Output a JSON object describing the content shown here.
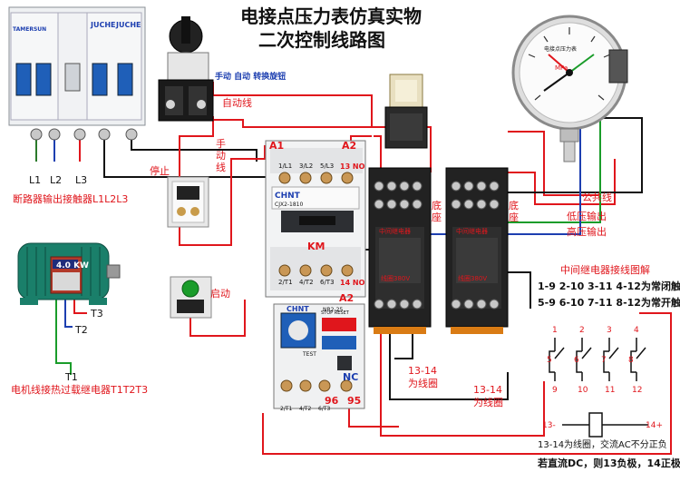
{
  "title_line1": "电接点压力表仿真实物",
  "title_line2": "二次控制线路图",
  "breaker": {
    "brand_left": "TAMERSUN",
    "brand_right1": "JUCHE",
    "brand_right2": "JUCHE",
    "terminals": [
      "L1",
      "L2",
      "L3"
    ],
    "caption": "断路器输出接触器L1L2L3"
  },
  "selector_switch": {
    "caption": "手动 自动 转换旋钮"
  },
  "wire_labels": {
    "auto": "自动线",
    "manual": "手动线",
    "common": "公共线",
    "low_output": "低压输出",
    "high_output": "高压输出",
    "coil_left": "13-14\n为线圈",
    "coil_right": "13-14\n为线圈"
  },
  "stop_button": {
    "label": "停止"
  },
  "start_button": {
    "label": "启动"
  },
  "motor": {
    "power": "4.0 KW",
    "terminals": [
      "T1",
      "T2",
      "T3"
    ],
    "caption": "电机线接热过载继电器T1T2T3"
  },
  "contactor": {
    "brand": "CHNT",
    "model": "CJX2-1810",
    "a1": "A1",
    "a2": "A2",
    "a2_bottom": "A2",
    "top_terms": [
      "1/L1",
      "3/L2",
      "5/L3",
      "13 NO"
    ],
    "bottom_terms": [
      "2/T1",
      "4/T2",
      "6/T3",
      "14 NO"
    ],
    "km": "KM"
  },
  "overload_relay": {
    "brand": "CHNT",
    "model": "NR2-25",
    "stop_reset": "STOP RESET",
    "test": "TEST",
    "nc": "NC",
    "nc_left": "96",
    "nc_right": "95",
    "bottom_terms": [
      "2/T1",
      "4/T2",
      "6/T3"
    ]
  },
  "relay_bases": [
    {
      "label": "中间继电器",
      "base": "底座",
      "coil": "线圈380V"
    },
    {
      "label": "中间继电器",
      "base": "底座",
      "coil": "线圈380V"
    }
  ],
  "relay_legend": {
    "heading": "中间继电器接线图解",
    "line1": "1-9 2-10 3-11 4-12为常闭触点",
    "line2": "5-9 6-10 7-11 8-12为常开触点",
    "top_numbers": [
      "1",
      "2",
      "3",
      "4"
    ],
    "mid_numbers": [
      "5",
      "6",
      "7",
      "8"
    ],
    "bottom_numbers": [
      "9",
      "10",
      "11",
      "12"
    ],
    "coil_left": "13-",
    "coil_right": "14+",
    "coil_note": "13-14为线圈，交流AC不分正负",
    "dc_note": "若直流DC，则13负极，14正极"
  },
  "gauge": {
    "unit": "MPa",
    "brand_text": "电接点压力表"
  },
  "colors": {
    "red_wire": "#e0161c",
    "green_wire": "#1a9c2a",
    "blue_wire": "#1d3fb0",
    "black_wire": "#111111",
    "title": "#111111"
  }
}
